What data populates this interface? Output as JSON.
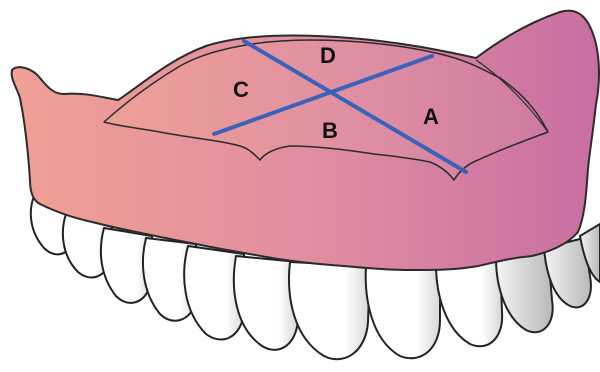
{
  "labels": {
    "a": "A",
    "b": "B",
    "c": "C",
    "d": "D"
  },
  "colors": {
    "gum_left": "#f0a094",
    "gum_mid": "#df8ca2",
    "gum_right": "#c86ea2",
    "gum_outline": "#2b2b2b",
    "tooth_fill": "#ffffff",
    "tooth_shadow": "#cfcfcf",
    "tooth_outline": "#222222",
    "line_color": "#3a62b8",
    "label_color": "#111111"
  }
}
